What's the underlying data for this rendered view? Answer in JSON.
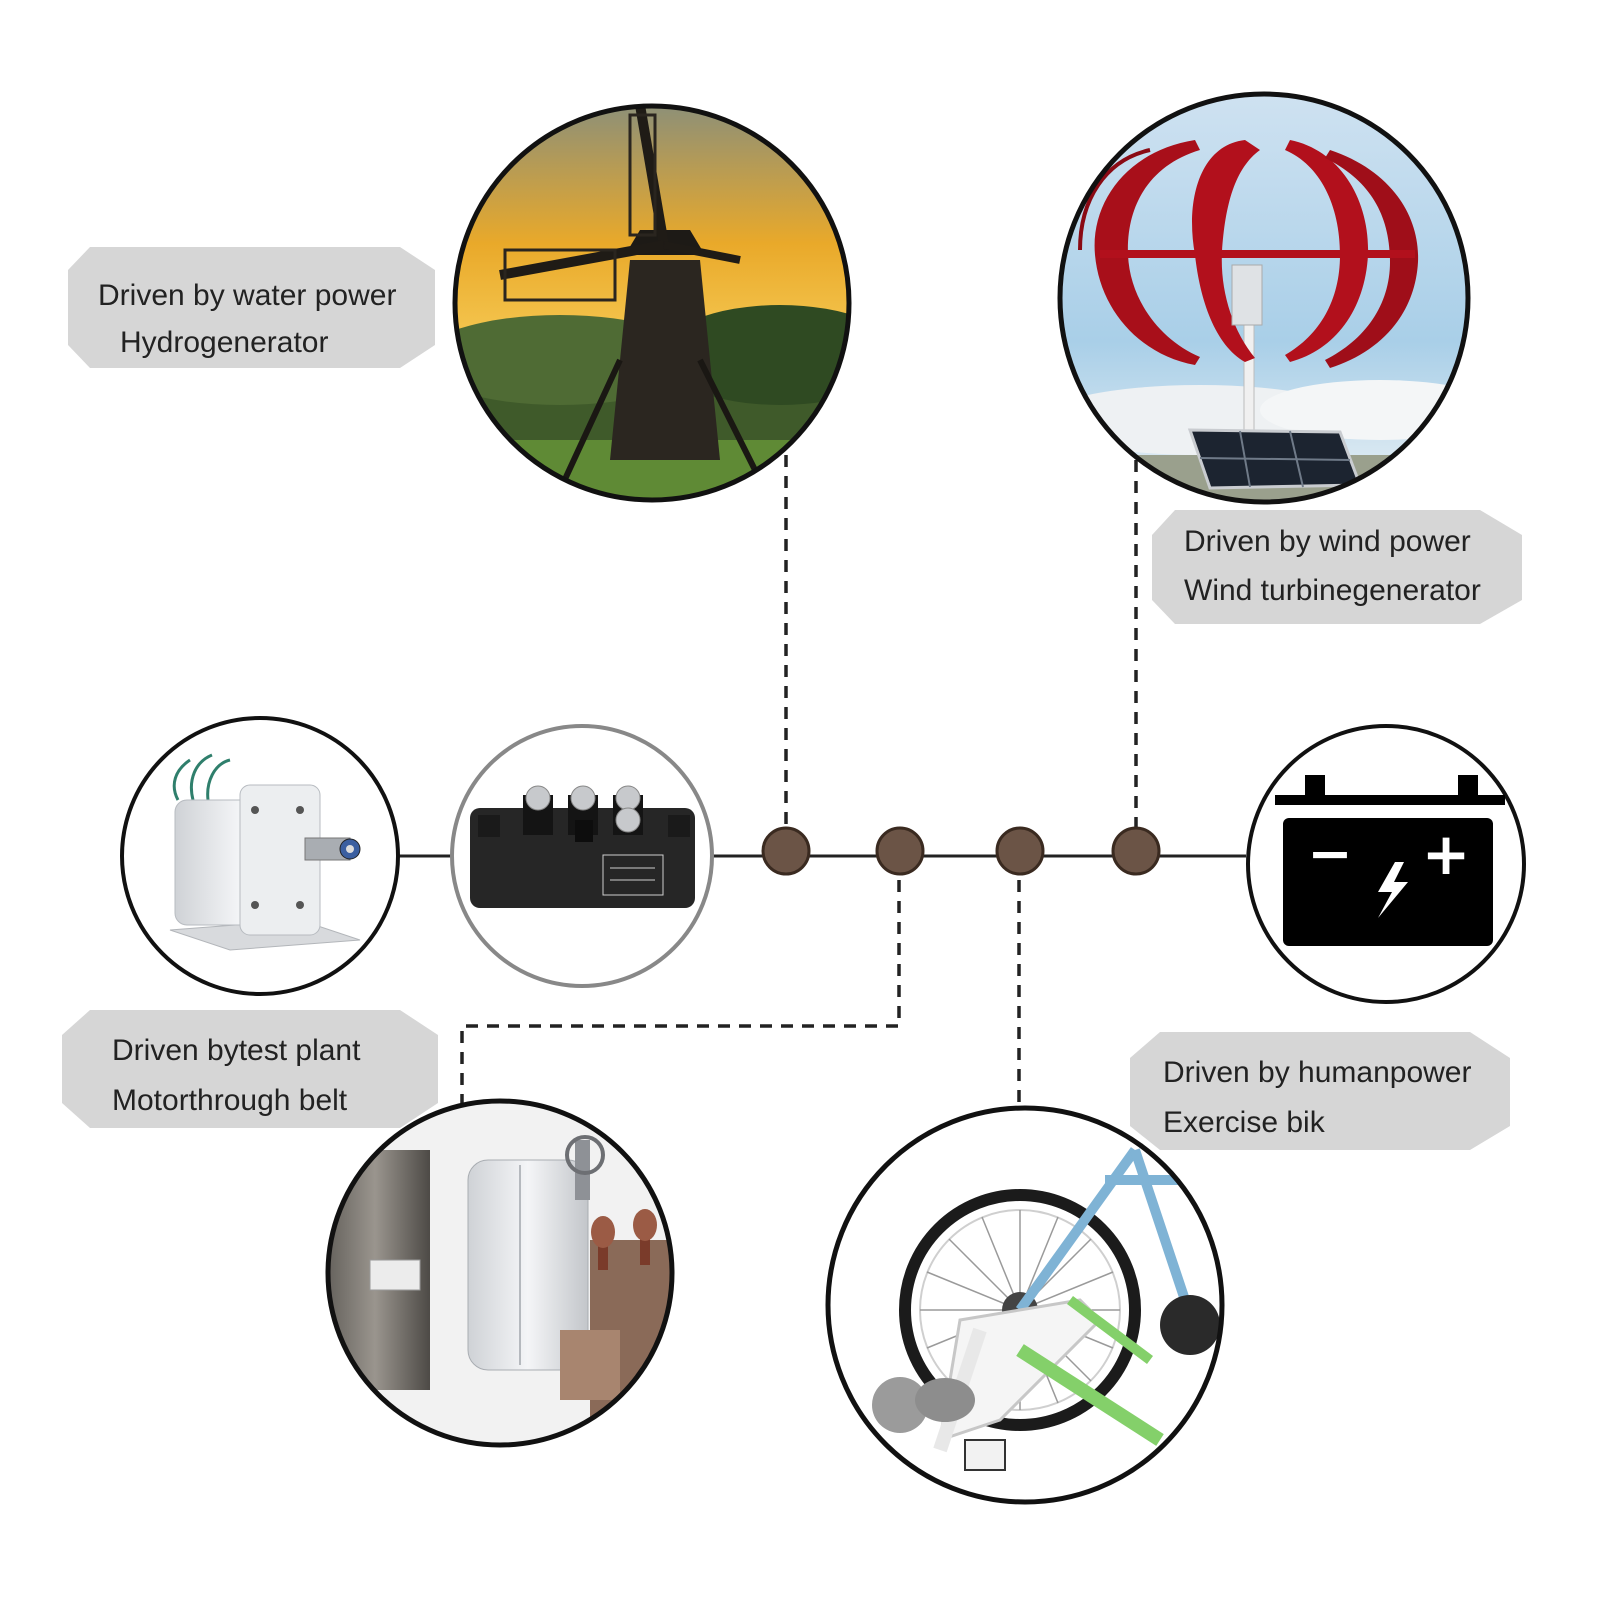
{
  "labels": {
    "water": {
      "line1": "Driven by water power",
      "line2": "Hydrogenerator"
    },
    "wind": {
      "line1": "Driven by wind power",
      "line2": "Wind turbinegenerator"
    },
    "test_plant": {
      "line1": "Driven bytest plant",
      "line2": "Motorthrough belt"
    },
    "human": {
      "line1": "Driven by humanpower",
      "line2": "Exercise bik"
    }
  },
  "battery": {
    "minus": "−",
    "plus": "+"
  },
  "colors": {
    "node": "#6b5446",
    "node_ring": "#3a2a20",
    "label_bg": "#d6d6d6",
    "line": "#222222",
    "circle_border": "#222222",
    "rectifier_border": "#888888",
    "turbine_red": "#b2101c",
    "sky_blue": "#a9cfe8",
    "sunset_orange": "#e9a92a"
  },
  "icons": {
    "windmill": "windmill-photo",
    "vertical_wind_turbine": "vertical-wind-turbine-photo",
    "generator": "generator-photo",
    "rectifier": "rectifier-module-photo",
    "battery": "battery-icon",
    "belt_motor": "belt-motor-photo",
    "exercise_bike": "exercise-bike-photo"
  }
}
